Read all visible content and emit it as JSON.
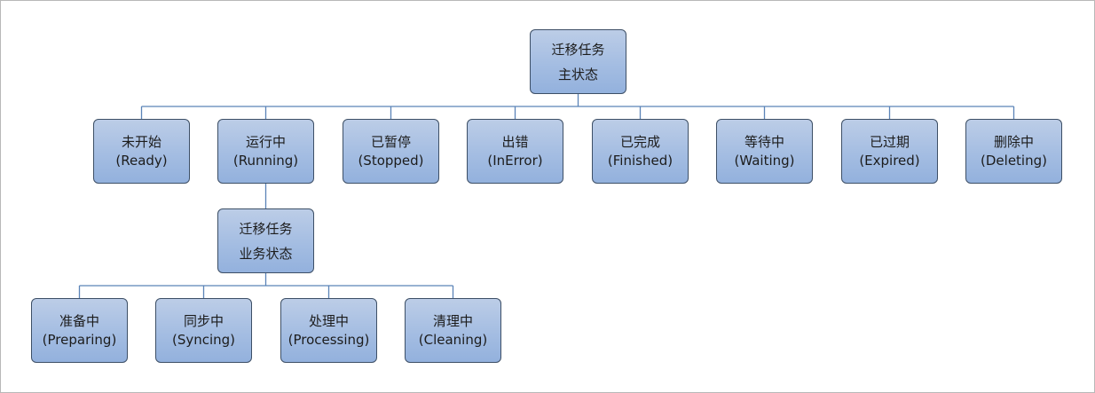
{
  "diagram": {
    "root": {
      "line1": "迁移任务",
      "line2": "主状态"
    },
    "main_states": [
      {
        "label": "未开始",
        "en": "(Ready)"
      },
      {
        "label": "运行中",
        "en": "(Running)"
      },
      {
        "label": "已暂停",
        "en": "(Stopped)"
      },
      {
        "label": "出错",
        "en": "(InError)"
      },
      {
        "label": "已完成",
        "en": "(Finished)"
      },
      {
        "label": "等待中",
        "en": "(Waiting)"
      },
      {
        "label": "已过期",
        "en": "(Expired)"
      },
      {
        "label": "删除中",
        "en": "(Deleting)"
      }
    ],
    "business_root": {
      "line1": "迁移任务",
      "line2": "业务状态"
    },
    "business_states": [
      {
        "label": "准备中",
        "en": "(Preparing)"
      },
      {
        "label": "同步中",
        "en": "(Syncing)"
      },
      {
        "label": "处理中",
        "en": "(Processing)"
      },
      {
        "label": "清理中",
        "en": "(Cleaning)"
      }
    ]
  },
  "colors": {
    "node_fill_top": "#bccde7",
    "node_fill_bottom": "#93b1dd",
    "node_border": "#3d4f66",
    "connector": "#5b84b8"
  }
}
